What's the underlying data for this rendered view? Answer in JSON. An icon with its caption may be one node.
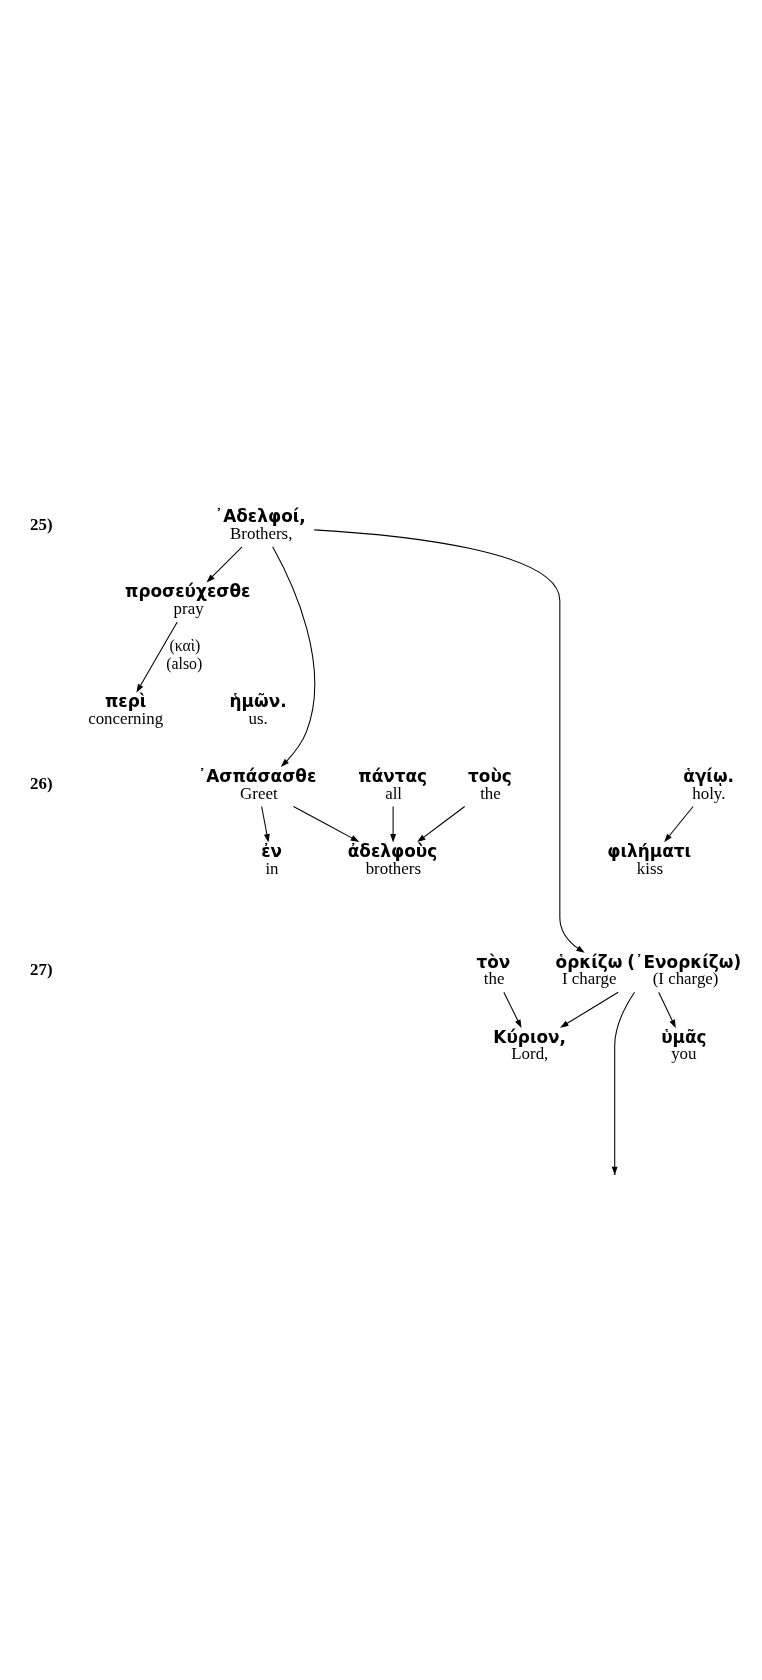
{
  "diagram": {
    "nodes": [
      {
        "text": [
          "᾽Αδελφοί,",
          "Brothers,"
        ]
      },
      {
        "text": [
          "προσεύχεσθε",
          "pray"
        ]
      },
      {
        "text": [
          "περὶ",
          "concerning"
        ]
      },
      {
        "text": [
          "ἡμῶν.",
          "us."
        ]
      },
      {
        "text": [
          "᾽Ασπάσασθε",
          "Greet"
        ]
      },
      {
        "text": [
          "τοὺς",
          "the"
        ]
      },
      {
        "text": [
          "ἀδελφοὺς",
          "brothers"
        ]
      },
      {
        "text": [
          "πάντας",
          "all"
        ]
      },
      {
        "text": [
          "ἐν",
          "in"
        ]
      },
      {
        "text": [
          "φιλήματι",
          "kiss"
        ]
      },
      {
        "text": [
          "ἁγίῳ.",
          "holy."
        ]
      },
      {
        "text": [
          "ὁρκίζω",
          "I charge"
        ],
        "beside": [
          "(᾽Ενορκίζω)",
          "(I charge)"
        ]
      },
      {
        "text": [
          "ὑμᾶς",
          "you"
        ]
      },
      {
        "text": [
          "τὸν",
          "the"
        ]
      },
      {
        "text": [
          "Κύριον,",
          "Lord,"
        ]
      }
    ],
    "edges": [
      {
        "from": 0,
        "to": 1,
        "arrow": "to"
      },
      {
        "from": 1,
        "to": 2,
        "arrow": "to",
        "label": "(καὶ) (also)"
      },
      {
        "from": 0,
        "to": 4,
        "arrow": "to"
      },
      {
        "from": 4,
        "to": 6,
        "arrow": "to"
      },
      {
        "from": 5,
        "to": 6,
        "arrow": "to"
      },
      {
        "from": 7,
        "to": 6,
        "arrow": "to"
      },
      {
        "from": 4,
        "to": 8,
        "arrow": "to"
      },
      {
        "from": 10,
        "to": 9,
        "arrow": "to"
      },
      {
        "from": 0,
        "to": 11,
        "arrow": "to"
      },
      {
        "from": 11,
        "to": 12,
        "arrow": "to"
      },
      {
        "from": 11,
        "to": 14,
        "arrow": "to"
      },
      {
        "from": 13,
        "to": 14,
        "arrow": "to"
      },
      {
        "from": 11,
        "to": null,
        "arrow": "to"
      }
    ],
    "labels": [
      "25)",
      "26)",
      "27)"
    ]
  }
}
